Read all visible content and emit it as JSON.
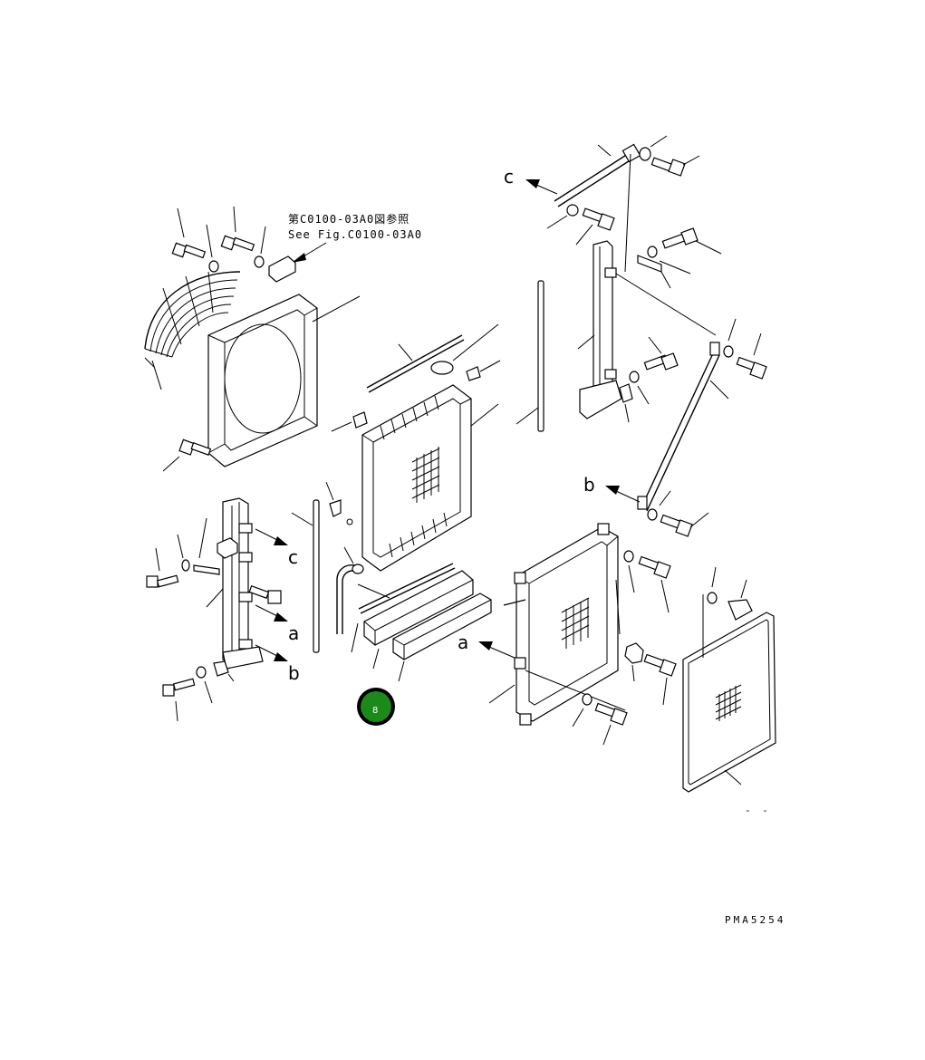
{
  "note": {
    "line1": "第C0100-03A0図参照",
    "line2": "See Fig.C0100-03A0"
  },
  "ref_letters": {
    "c_top": "c",
    "b_right": "b",
    "a_right": "a",
    "c_left": "c",
    "a_left": "a",
    "b_left": "b"
  },
  "marker": {
    "label": "8",
    "color": "#1a8a1a"
  },
  "footer_code": "PMA5254",
  "small_mark": "- -"
}
